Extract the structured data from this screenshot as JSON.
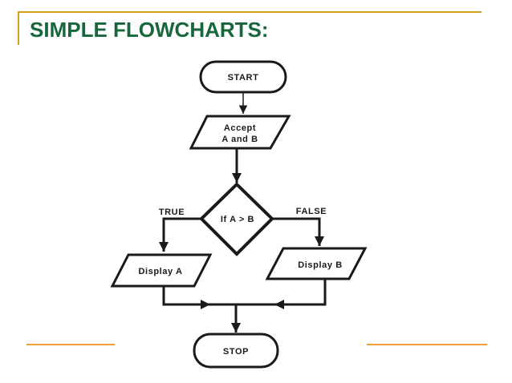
{
  "slide": {
    "title": "SIMPLE FLOWCHARTS:",
    "colors": {
      "title_green": "#17673c",
      "bracket_gold": "#d4a017",
      "footer_gold": "#f0a236",
      "flowchart_ink": "#1a1a1a",
      "background": "#ffffff"
    }
  },
  "flowchart": {
    "start": {
      "label": "START"
    },
    "accept": {
      "line1": "Accept",
      "line2": "A and B"
    },
    "decision": {
      "label": "If A > B"
    },
    "branches": {
      "true_label": "TRUE",
      "false_label": "FALSE"
    },
    "display_a": {
      "label": "Display A"
    },
    "display_b": {
      "label": "Display B"
    },
    "stop": {
      "label": "STOP"
    }
  }
}
